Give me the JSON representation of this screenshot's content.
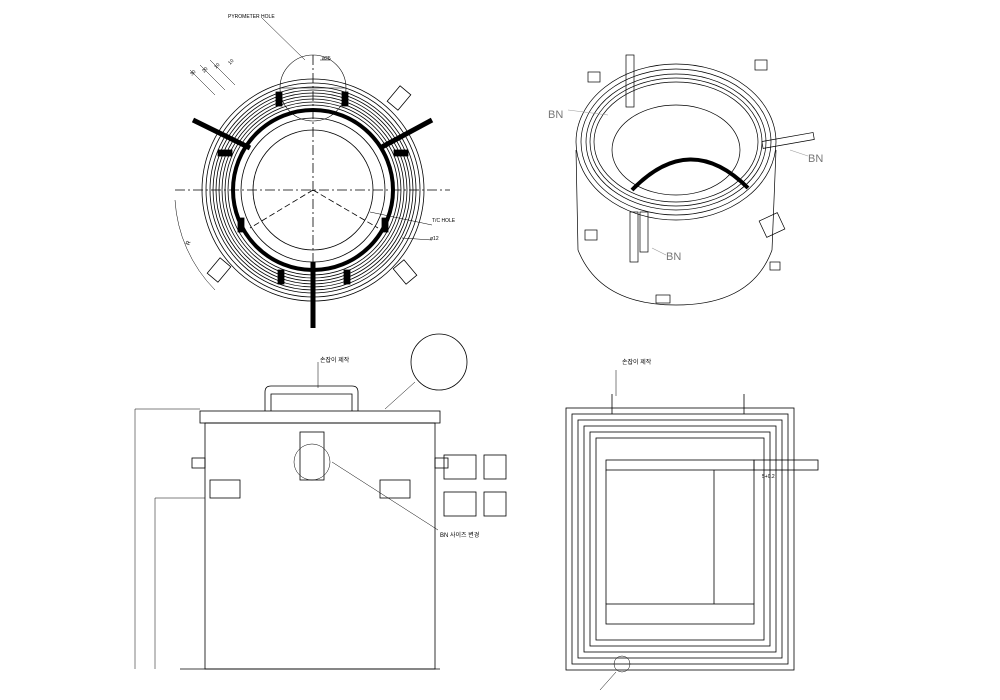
{
  "labels": {
    "pyrometer_hole": "PYROMETER HOLE",
    "dia_top": "ø25",
    "dim_a": "30",
    "dim_b": "20",
    "dim_c": "10",
    "dim_d": "10",
    "tc_hole": "T/C HOLE",
    "dia_tc": "ø12",
    "radius_mark": "R",
    "handle_left": "손잡이 제작",
    "handle_right": "손잡이 제작",
    "bn_size_change": "BN 사이즈 변경",
    "bn_label": "BN",
    "dim_small": "5+0.2"
  },
  "colors": {
    "line": "#000000",
    "grey_label": "#808080",
    "background": "#ffffff"
  }
}
